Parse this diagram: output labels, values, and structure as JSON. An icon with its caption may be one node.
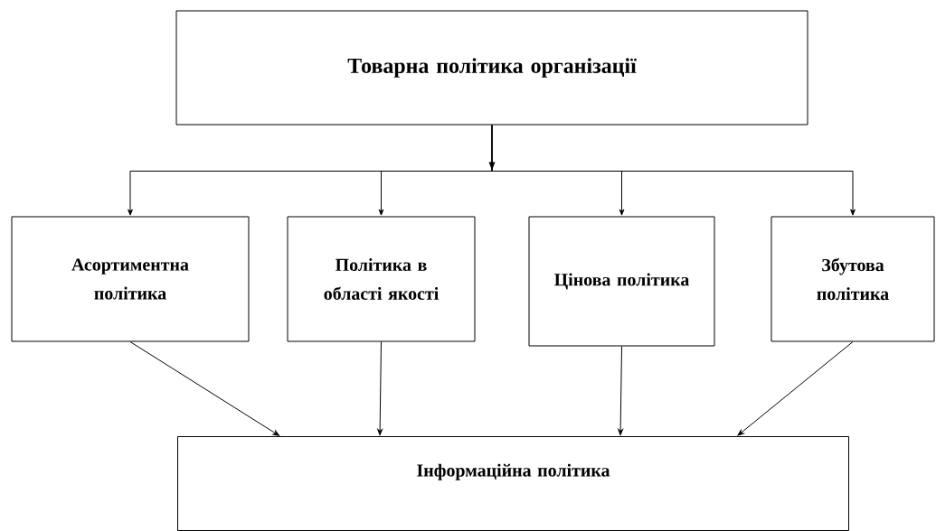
{
  "diagram": {
    "nodes": [
      {
        "text": [
          "Товарна політика організації"
        ]
      },
      {
        "text": [
          "Асортиментна політика"
        ]
      },
      {
        "text": [
          "Політика в області якості"
        ]
      },
      {
        "text": [
          "Цінова політика"
        ]
      },
      {
        "text": [
          "Збутова політика"
        ]
      },
      {
        "text": [
          "Інформаційна політика"
        ]
      }
    ],
    "edges": [
      {
        "from": 0,
        "to": 1,
        "arrow": "to"
      },
      {
        "from": 0,
        "to": 2,
        "arrow": "to"
      },
      {
        "from": 0,
        "to": 3,
        "arrow": "to"
      },
      {
        "from": 0,
        "to": 4,
        "arrow": "to"
      },
      {
        "from": 1,
        "to": 5,
        "arrow": "to"
      },
      {
        "from": 2,
        "to": 5,
        "arrow": "to"
      },
      {
        "from": 3,
        "to": 5,
        "arrow": "to"
      },
      {
        "from": 4,
        "to": 5,
        "arrow": "to"
      }
    ]
  }
}
